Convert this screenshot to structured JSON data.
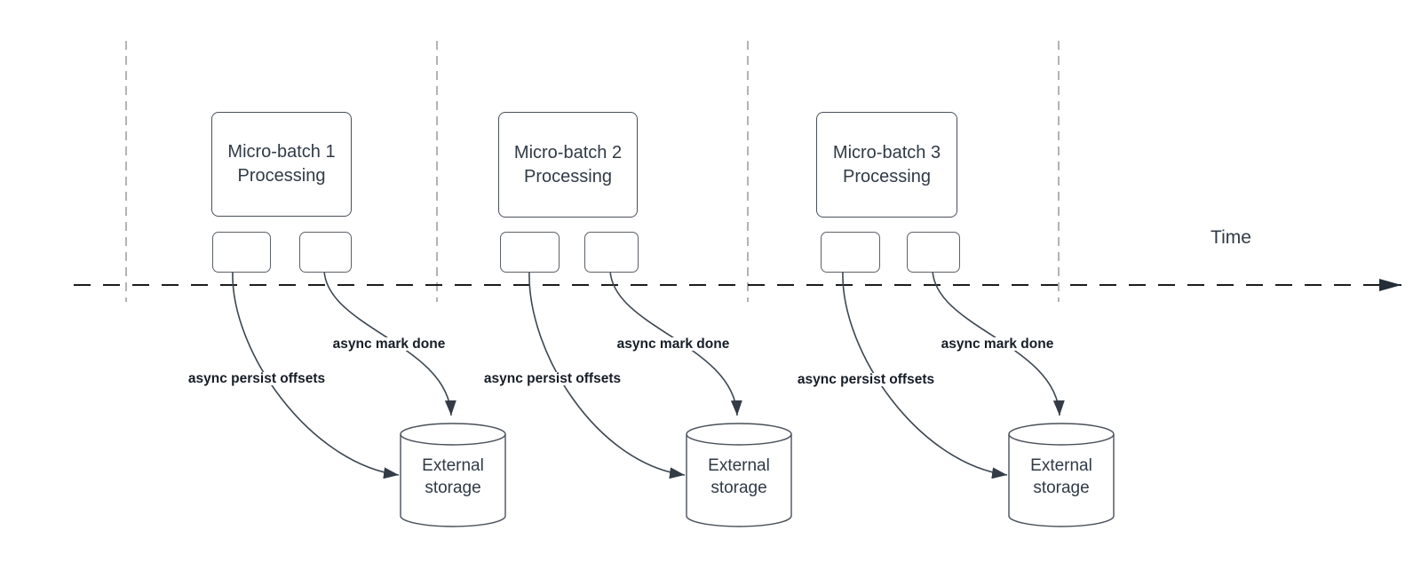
{
  "time_axis": {
    "label": "Time"
  },
  "groups": [
    {
      "box_title_line1": "Micro-batch 1",
      "box_title_line2": "Processing",
      "persist_arrow_label": "async persist offsets",
      "mark_done_arrow_label": "async mark done",
      "storage_title_line1": "External",
      "storage_title_line2": "storage"
    },
    {
      "box_title_line1": "Micro-batch 2",
      "box_title_line2": "Processing",
      "persist_arrow_label": "async persist offsets",
      "mark_done_arrow_label": "async mark done",
      "storage_title_line1": "External",
      "storage_title_line2": "storage"
    },
    {
      "box_title_line1": "Micro-batch 3",
      "box_title_line2": "Processing",
      "persist_arrow_label": "async persist offsets",
      "mark_done_arrow_label": "async mark done",
      "storage_title_line1": "External",
      "storage_title_line2": "storage"
    }
  ],
  "colors": {
    "background": "#ffffff",
    "text": "#303a46",
    "label_text": "#161d27",
    "box_border": "#49505a",
    "small_box_border": "#5b6167",
    "axis": "#1c1c1c",
    "grid": "#b3b3b3",
    "arrow": "#3c4650"
  }
}
